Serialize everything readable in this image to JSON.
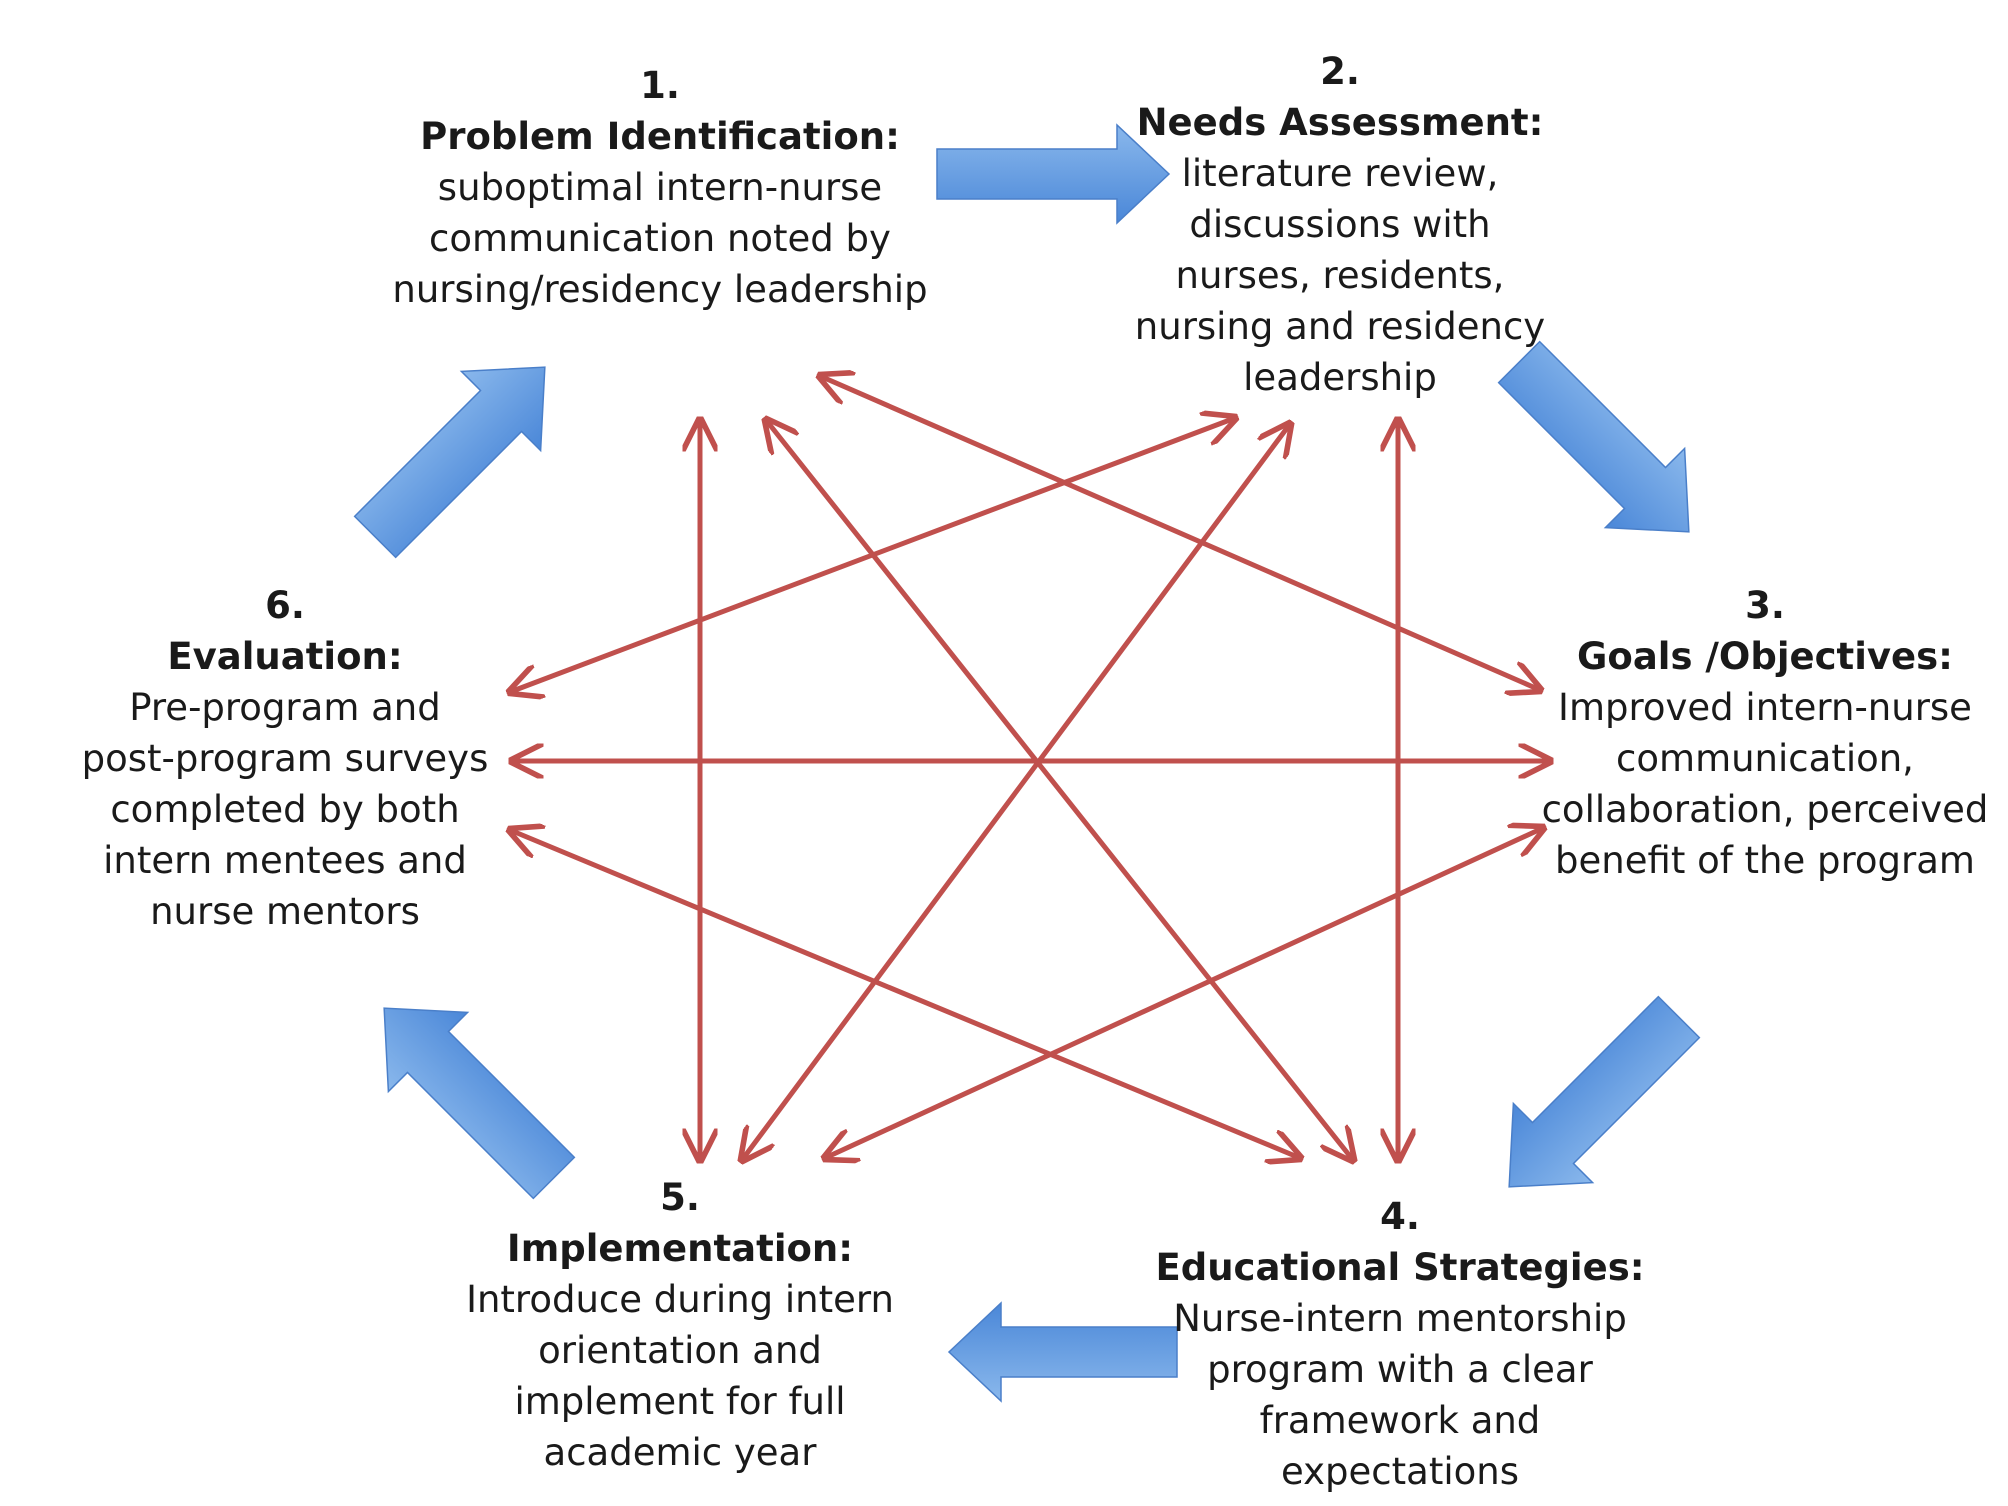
{
  "colors": {
    "cycle_arrow_fill_top": "#8ab8ec",
    "cycle_arrow_fill_bottom": "#4a87d8",
    "cycle_arrow_stroke": "#4a7fc9",
    "link_arrow": "#c0504d"
  },
  "steps": [
    {
      "number": "1.",
      "title": "Problem Identification:",
      "lines": [
        "suboptimal intern-nurse",
        "communication noted by",
        "nursing/residency leadership"
      ]
    },
    {
      "number": "2.",
      "title": "Needs Assessment:",
      "lines": [
        "literature review,",
        "discussions with",
        "nurses, residents,",
        "nursing and residency",
        "leadership"
      ]
    },
    {
      "number": "3.",
      "title": "Goals /Objectives:",
      "lines": [
        "Improved intern-nurse",
        "communication,",
        "collaboration, perceived",
        "benefit of the program"
      ]
    },
    {
      "number": "4.",
      "title": "Educational Strategies:",
      "lines": [
        "Nurse-intern mentorship",
        "program with a clear",
        "framework and",
        "expectations"
      ]
    },
    {
      "number": "5.",
      "title": "Implementation:",
      "lines": [
        "Introduce during intern",
        "orientation and",
        "implement for full",
        "academic year"
      ]
    },
    {
      "number": "6.",
      "title": "Evaluation:",
      "lines": [
        "Pre-program and",
        "post-program surveys",
        "completed by both",
        "intern mentees and",
        "nurse mentors"
      ]
    }
  ],
  "cycle_arrows": [
    {
      "from": "1",
      "to": "2"
    },
    {
      "from": "2",
      "to": "3"
    },
    {
      "from": "3",
      "to": "4"
    },
    {
      "from": "4",
      "to": "5"
    },
    {
      "from": "5",
      "to": "6"
    },
    {
      "from": "6",
      "to": "1"
    }
  ],
  "link_arrows": [
    {
      "between": [
        "1",
        "3"
      ],
      "bidirectional": true
    },
    {
      "between": [
        "1",
        "4"
      ],
      "bidirectional": true
    },
    {
      "between": [
        "1",
        "5"
      ],
      "bidirectional": true
    },
    {
      "between": [
        "2",
        "4"
      ],
      "bidirectional": true
    },
    {
      "between": [
        "2",
        "5"
      ],
      "bidirectional": true
    },
    {
      "between": [
        "2",
        "6"
      ],
      "bidirectional": true
    },
    {
      "between": [
        "3",
        "5"
      ],
      "bidirectional": true
    },
    {
      "between": [
        "3",
        "6"
      ],
      "bidirectional": true
    },
    {
      "between": [
        "4",
        "6"
      ],
      "bidirectional": true
    }
  ]
}
